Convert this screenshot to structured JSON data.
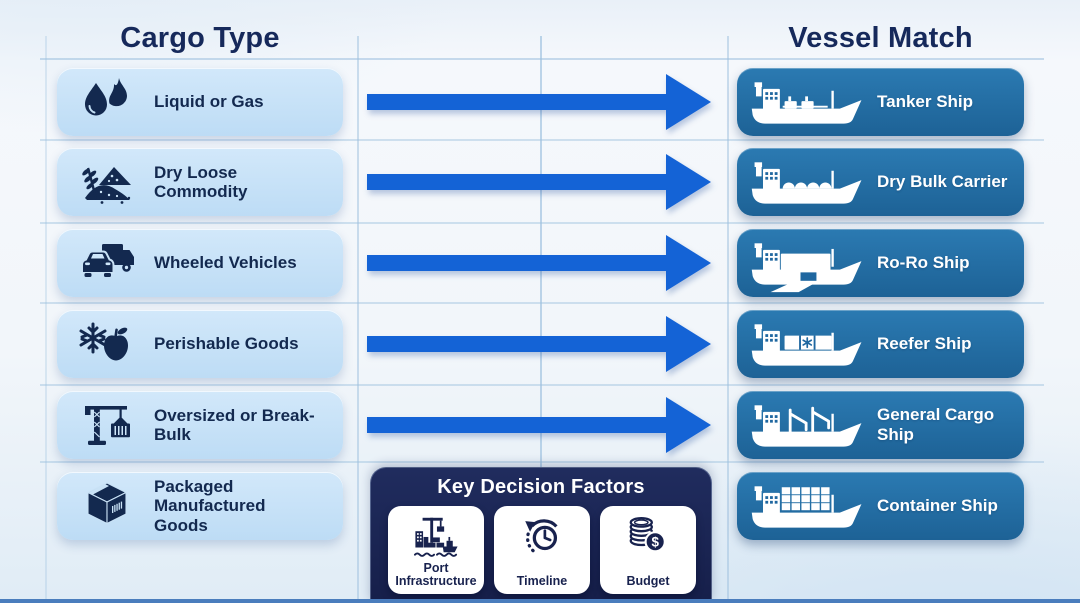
{
  "header": {
    "left_title": "Cargo Type",
    "right_title": "Vessel Match"
  },
  "rows": [
    {
      "cargo": {
        "label": "Liquid or Gas",
        "icon": "drop-flame-icon"
      },
      "vessel": {
        "label": "Tanker Ship",
        "icon": "tanker-ship-icon"
      },
      "arrow": true
    },
    {
      "cargo": {
        "label": "Dry Loose Commodity",
        "icon": "grain-pile-icon"
      },
      "vessel": {
        "label": "Dry Bulk Carrier",
        "icon": "bulk-carrier-ship-icon"
      },
      "arrow": true
    },
    {
      "cargo": {
        "label": "Wheeled Vehicles",
        "icon": "car-truck-icon"
      },
      "vessel": {
        "label": "Ro-Ro Ship",
        "icon": "roro-ship-icon"
      },
      "arrow": true
    },
    {
      "cargo": {
        "label": "Perishable Goods",
        "icon": "snowflake-apple-icon"
      },
      "vessel": {
        "label": "Reefer Ship",
        "icon": "reefer-ship-icon"
      },
      "arrow": true
    },
    {
      "cargo": {
        "label": "Oversized or Break-Bulk",
        "icon": "crane-container-icon"
      },
      "vessel": {
        "label": "General Cargo Ship",
        "icon": "general-cargo-ship-icon"
      },
      "arrow": true
    },
    {
      "cargo": {
        "label": "Packaged Manufactured Goods",
        "icon": "box-icon"
      },
      "vessel": {
        "label": "Container Ship",
        "icon": "container-ship-icon"
      },
      "arrow": false
    }
  ],
  "decision_panel": {
    "title": "Key Decision Factors",
    "factors": [
      {
        "label": "Port Infrastructure",
        "icon": "port-infrastructure-icon"
      },
      {
        "label": "Timeline",
        "icon": "clock-arrow-icon"
      },
      {
        "label": "Budget",
        "icon": "coins-dollar-icon"
      }
    ]
  },
  "colors": {
    "arrow": "#1463D6",
    "cargo_box": "#C5E1F6",
    "vessel_box": "#2271A8",
    "panel_navy": "#1B2450",
    "title_navy": "#16295B",
    "icon_navy": "#13294F"
  }
}
